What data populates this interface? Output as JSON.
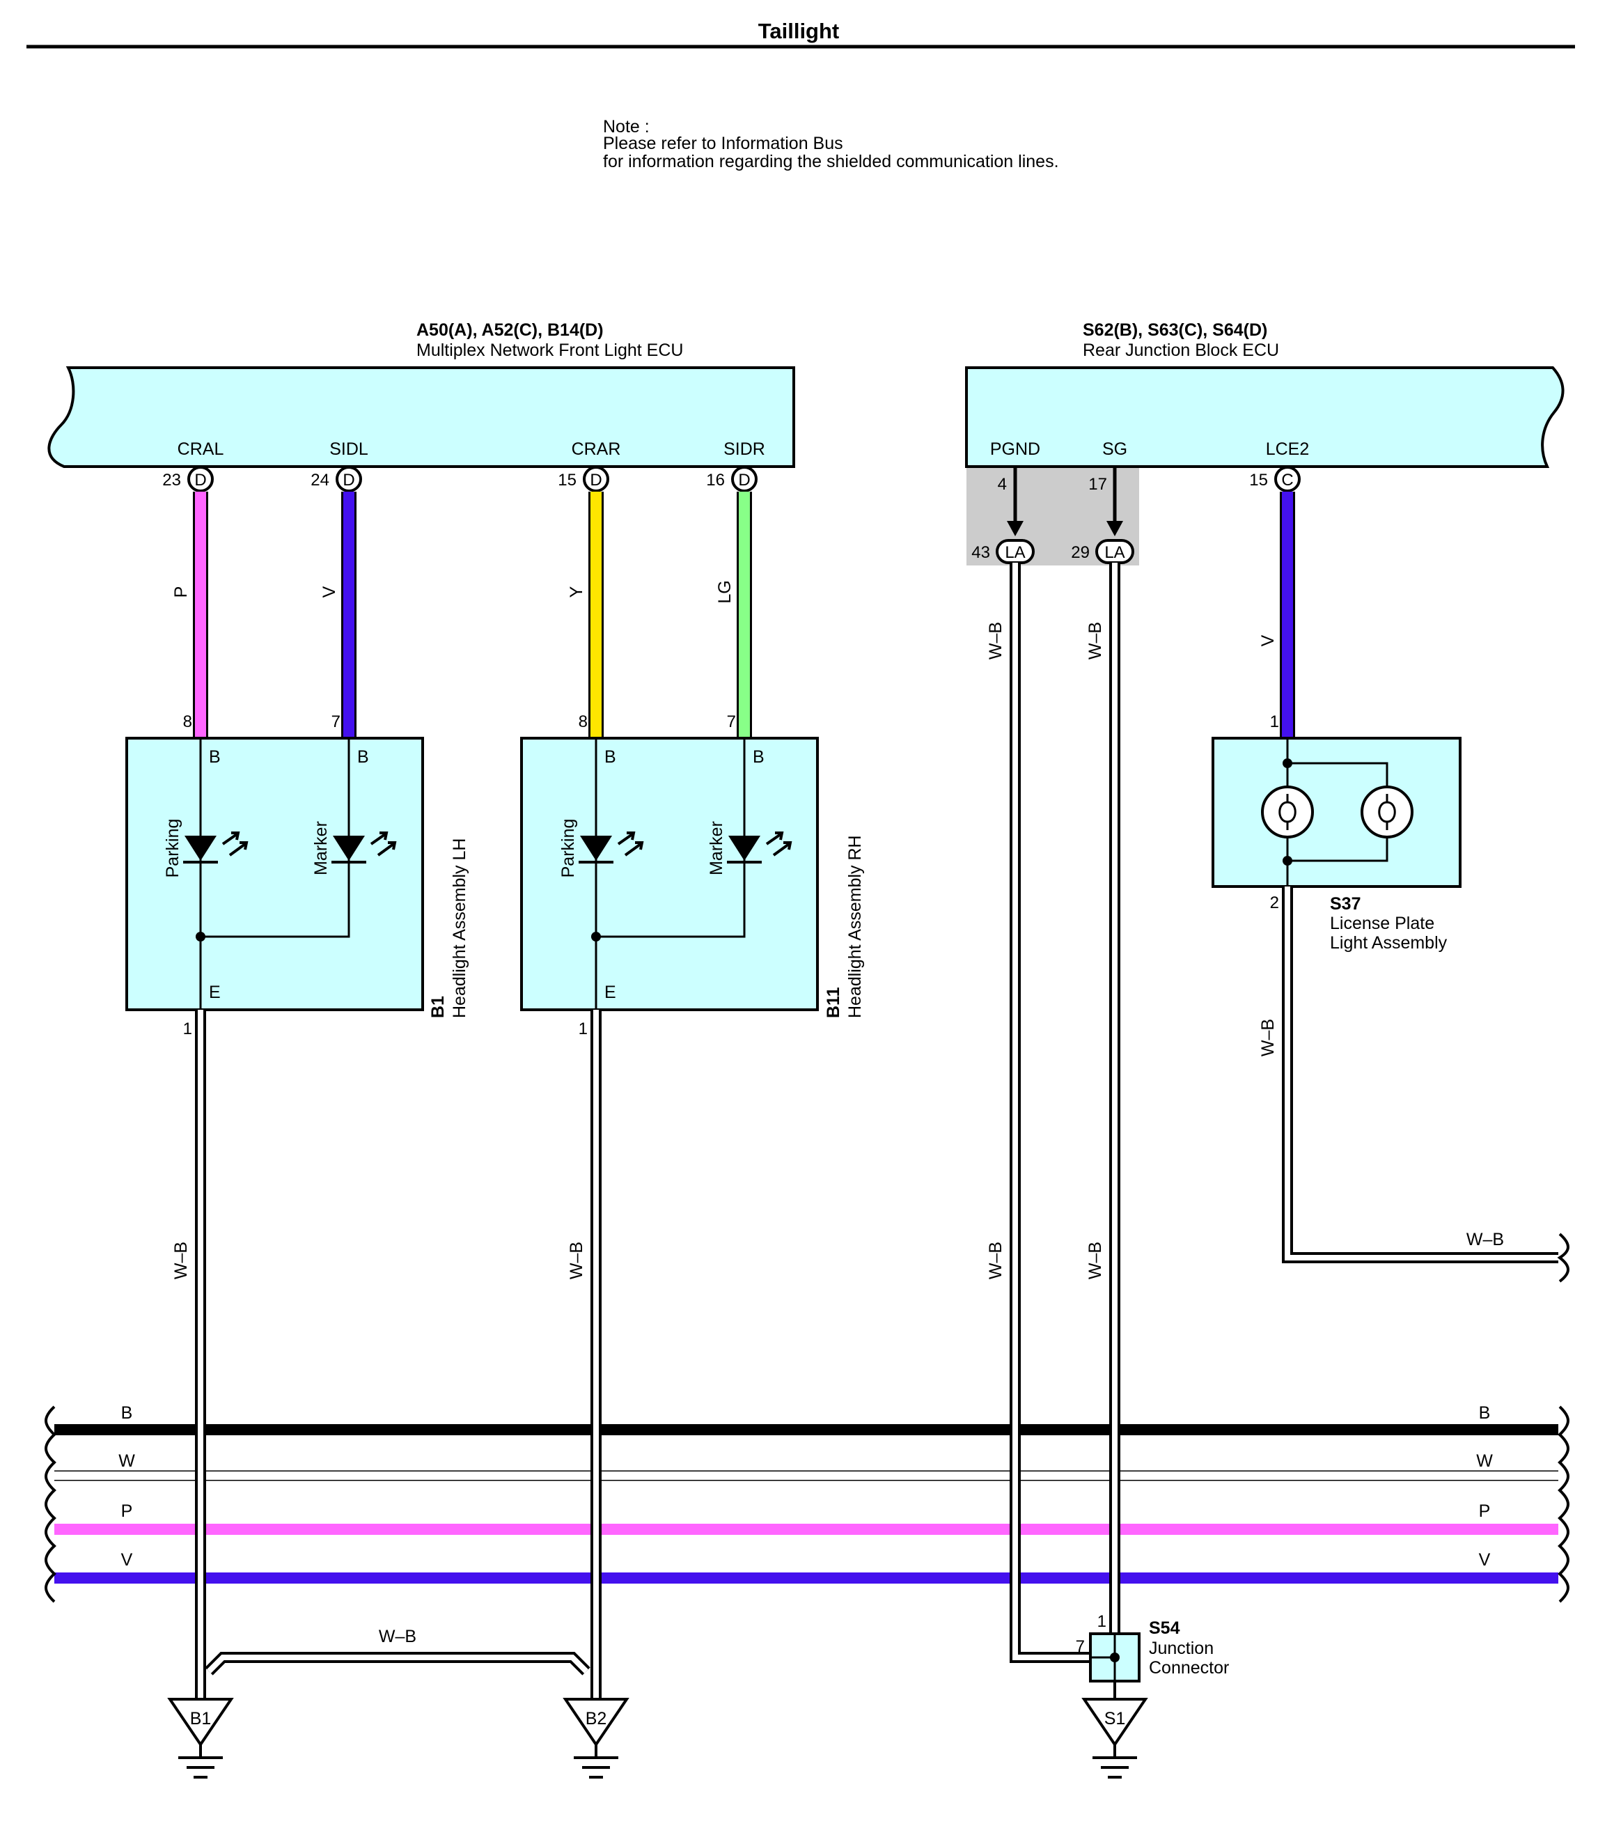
{
  "title": "Taillight",
  "note": {
    "line1": "Note :",
    "line2": "Please refer to Information Bus",
    "line3": "for information regarding the shielded communication lines."
  },
  "ecu_front": {
    "id": "A50(A), A52(C), B14(D)",
    "name": "Multiplex Network Front Light ECU",
    "terminals": [
      {
        "label": "CRAL",
        "pin": "23",
        "conn": "D",
        "wire": "P"
      },
      {
        "label": "SIDL",
        "pin": "24",
        "conn": "D",
        "wire": "V"
      },
      {
        "label": "CRAR",
        "pin": "15",
        "conn": "D",
        "wire": "Y"
      },
      {
        "label": "SIDR",
        "pin": "16",
        "conn": "D",
        "wire": "LG"
      }
    ]
  },
  "ecu_rear": {
    "id": "S62(B), S63(C), S64(D)",
    "name": "Rear Junction Block ECU",
    "terminals": [
      {
        "label": "PGND",
        "pin": "4",
        "conn_pin": "43",
        "conn": "LA",
        "wire": "W–B"
      },
      {
        "label": "SG",
        "pin": "17",
        "conn_pin": "29",
        "conn": "LA",
        "wire": "W–B"
      },
      {
        "label": "LCE2",
        "pin": "15",
        "conn": "C",
        "wire": "V"
      }
    ]
  },
  "headlight_lh": {
    "id": "B1",
    "name": "Headlight Assembly LH",
    "pin_parking": "8",
    "pin_marker": "7",
    "pin_ground": "1",
    "term_b1": "B",
    "term_b2": "B",
    "term_e": "E",
    "parking": "Parking",
    "marker": "Marker",
    "wire_ground": "W–B"
  },
  "headlight_rh": {
    "id": "B11",
    "name": "Headlight Assembly RH",
    "pin_parking": "8",
    "pin_marker": "7",
    "pin_ground": "1",
    "term_b1": "B",
    "term_b2": "B",
    "term_e": "E",
    "parking": "Parking",
    "marker": "Marker",
    "wire_ground": "W–B"
  },
  "license_light": {
    "id": "S37",
    "name_line1": "License Plate",
    "name_line2": "Light Assembly",
    "pin_in": "1",
    "pin_out": "2",
    "wire_out": "W–B",
    "wire_right": "W–B"
  },
  "junction": {
    "id": "S54",
    "name_line1": "Junction",
    "name_line2": "Connector",
    "pin_top": "1",
    "pin_left": "7",
    "wire_left_low": "W–B",
    "wire_right_low": "W–B"
  },
  "bus": {
    "lines": [
      {
        "name": "B",
        "color": "#000000"
      },
      {
        "name": "W",
        "color": "#ffffff"
      },
      {
        "name": "P",
        "color": "#ff66ff"
      },
      {
        "name": "V",
        "color": "#4411ee"
      }
    ]
  },
  "ground_link_wire": "W–B",
  "grounds": [
    "B1",
    "B2",
    "S1"
  ],
  "colors": {
    "component_fill": "#ccffff",
    "shield_gray": "#cccccc",
    "pink": "#ff66ff",
    "violet": "#4411ee",
    "yellow": "#ffe600",
    "light_green": "#88ff88"
  }
}
